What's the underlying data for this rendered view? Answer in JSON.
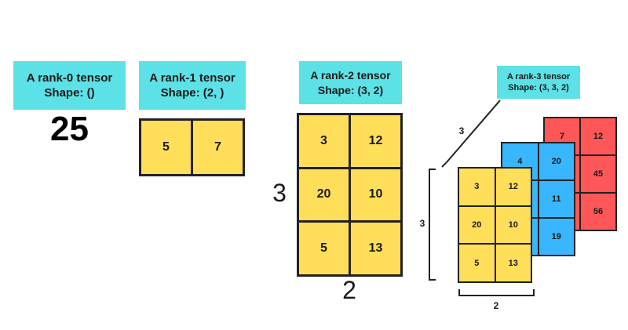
{
  "colors": {
    "label_bg": "#5ce1e6",
    "yellow": "#ffde59",
    "blue": "#38b6ff",
    "red": "#ff5757",
    "border": "#222222"
  },
  "rank0": {
    "title": "A rank-0 tensor",
    "shape": "Shape: ()",
    "value": "25"
  },
  "rank1": {
    "title": "A rank-1 tensor",
    "shape": "Shape: (2, )",
    "cells": [
      "5",
      "7"
    ]
  },
  "rank2": {
    "title": "A rank-2 tensor",
    "shape": "Shape: (3, 2)",
    "cells": [
      "3",
      "12",
      "20",
      "10",
      "5",
      "13"
    ],
    "rows_label": "3",
    "cols_label": "2"
  },
  "rank3": {
    "title": "A rank-3 tensor",
    "shape": "Shape: (3, 3, 2)",
    "front": [
      "3",
      "12",
      "20",
      "10",
      "5",
      "13"
    ],
    "middle": [
      "4",
      "20",
      "",
      "11",
      "",
      "19"
    ],
    "back": [
      "7",
      "12",
      "",
      "45",
      "",
      "56"
    ],
    "depth_label": "3",
    "rows_label": "3",
    "cols_label": "2"
  }
}
